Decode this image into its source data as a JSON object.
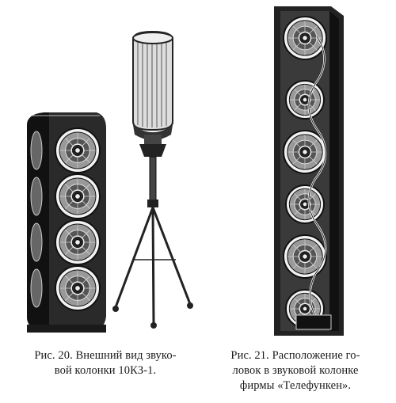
{
  "figures": [
    {
      "id": "fig20",
      "caption_line1": "Рис. 20. Внешний вид звуко-",
      "caption_line2": "вой колонки 10КЗ-1."
    },
    {
      "id": "fig21",
      "caption_line1": "Рис. 21. Расположение го-",
      "caption_line2": "ловок в звуковой колонке",
      "caption_line3": "фирмы «Телефункен»."
    }
  ],
  "colors": {
    "ink": "#1a1a1a",
    "paper": "#ffffff"
  }
}
